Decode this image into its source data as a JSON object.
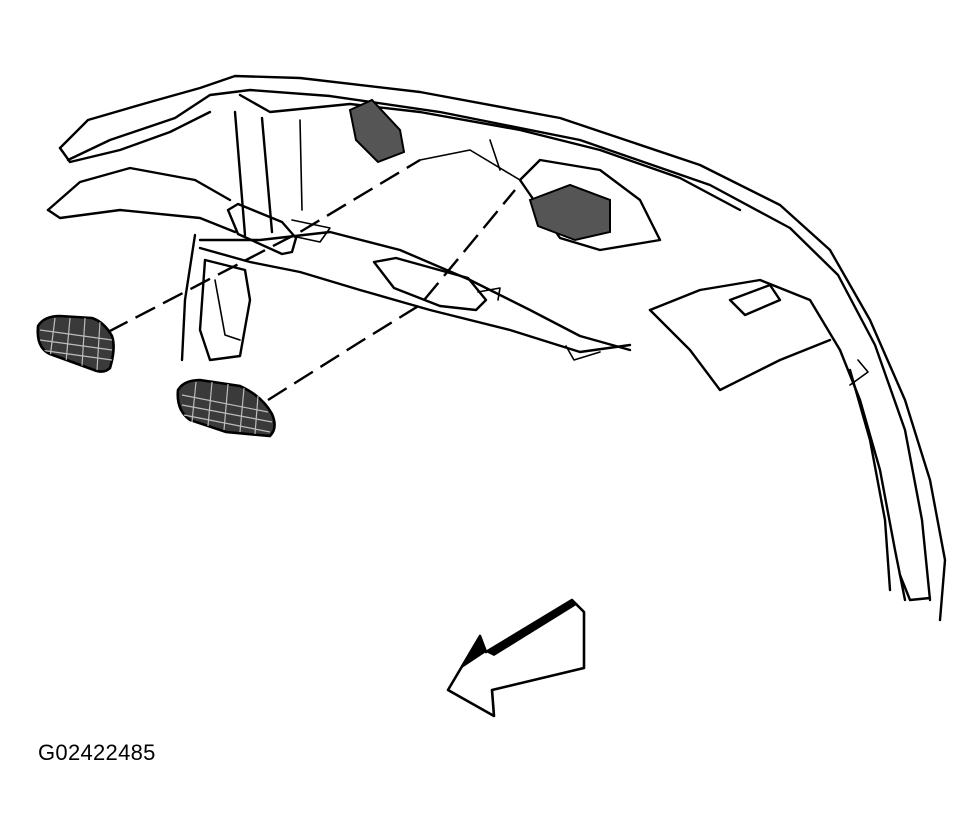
{
  "figure": {
    "code": "G02422485"
  },
  "parts": [
    {
      "id": "left-vent-grille",
      "shade": "#3a3a3a"
    },
    {
      "id": "right-vent-grille",
      "shade": "#3a3a3a"
    }
  ],
  "direction_arrow": {
    "shade": "#000000"
  }
}
